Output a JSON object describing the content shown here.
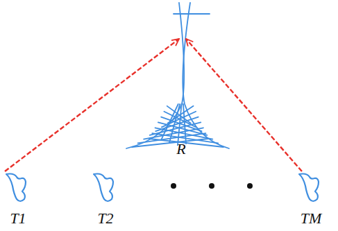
{
  "diagram": {
    "nodes": [
      {
        "text": [
          "T1"
        ]
      },
      {
        "text": [
          "T2"
        ]
      },
      {
        "text": [
          "TM"
        ]
      },
      {
        "text": [
          "R"
        ]
      }
    ],
    "edges": [
      {
        "from": 0,
        "to": 3,
        "arrow": "to"
      },
      {
        "from": 2,
        "to": 3,
        "arrow": "to"
      }
    ]
  }
}
